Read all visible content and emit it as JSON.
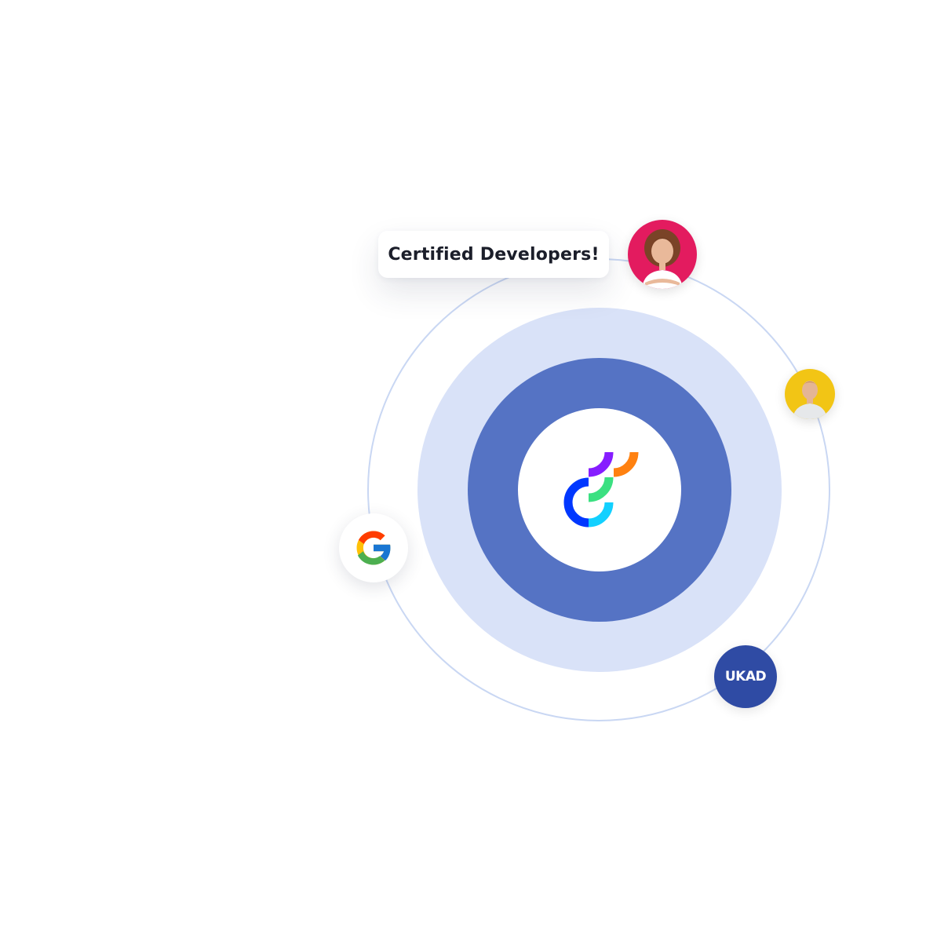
{
  "bubble": {
    "text": "Certified Developers!"
  },
  "center": {
    "icon": "optimizely-logo-icon",
    "colors": [
      "#0037ff",
      "#12d0ff",
      "#3be081",
      "#861dff",
      "#ff8110"
    ]
  },
  "orbit_items": [
    {
      "name": "developer-avatar-woman",
      "icon": "person-avatar-icon"
    },
    {
      "name": "developer-avatar-man",
      "icon": "person-avatar-icon"
    },
    {
      "name": "google-logo",
      "icon": "google-g-icon"
    },
    {
      "name": "ukad-logo",
      "text": "UKAD"
    }
  ],
  "colors": {
    "orbit_line": "#c9d7f3",
    "ring_outer": "#d9e2f8",
    "ring_mid": "#5573c4",
    "ukad_bg": "#2f4ba4",
    "woman_bg": "#e31b5f",
    "man_bg": "#f2c515"
  }
}
